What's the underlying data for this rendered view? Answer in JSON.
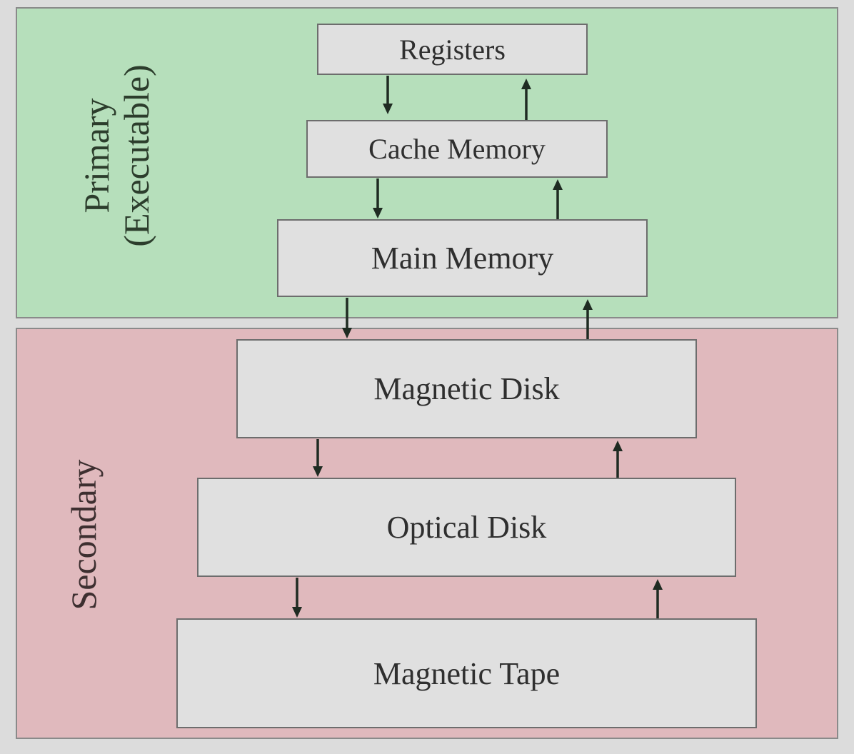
{
  "colors": {
    "background": "#dcdcdc",
    "primary_fill": "#b6dfbb",
    "secondary_fill": "#e0b9bd",
    "box_fill": "#e0e0e0",
    "arrow": "#1f2b22"
  },
  "regions": {
    "primary": {
      "label_line1": "Primary",
      "label_line2": "(Executable)"
    },
    "secondary": {
      "label": "Secondary"
    }
  },
  "levels": [
    {
      "label": "Registers"
    },
    {
      "label": "Cache Memory"
    },
    {
      "label": "Main Memory"
    },
    {
      "label": "Magnetic Disk"
    },
    {
      "label": "Optical Disk"
    },
    {
      "label": "Magnetic Tape"
    }
  ],
  "arrow_pairs": [
    {
      "from": "Registers",
      "to": "Cache Memory",
      "directions": [
        "down",
        "up"
      ]
    },
    {
      "from": "Cache Memory",
      "to": "Main Memory",
      "directions": [
        "down",
        "up"
      ]
    },
    {
      "from": "Main Memory",
      "to": "Magnetic Disk",
      "directions": [
        "down",
        "up"
      ]
    },
    {
      "from": "Magnetic Disk",
      "to": "Optical Disk",
      "directions": [
        "down",
        "up"
      ]
    },
    {
      "from": "Optical Disk",
      "to": "Magnetic Tape",
      "directions": [
        "down",
        "up"
      ]
    }
  ]
}
